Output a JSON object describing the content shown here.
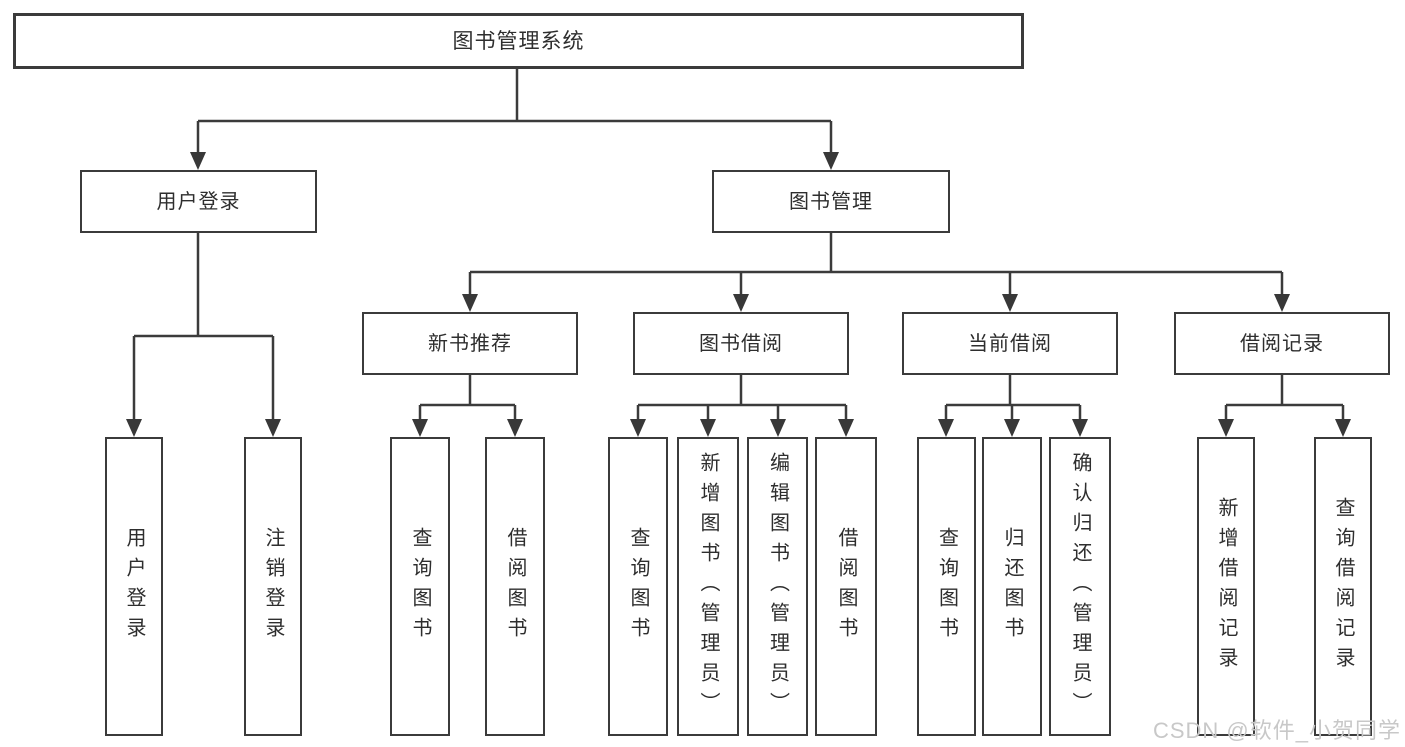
{
  "diagram": {
    "root": "图书管理系统",
    "branches": [
      {
        "label": "用户登录",
        "children": [
          "用户登录",
          "注销登录"
        ]
      },
      {
        "label": "图书管理",
        "children": [
          {
            "label": "新书推荐",
            "children": [
              "查询图书",
              "借阅图书"
            ]
          },
          {
            "label": "图书借阅",
            "children": [
              "查询图书",
              "新增图书（管理员）",
              "编辑图书（管理员）",
              "借阅图书"
            ]
          },
          {
            "label": "当前借阅",
            "children": [
              "查询图书",
              "归还图书",
              "确认归还（管理员）"
            ]
          },
          {
            "label": "借阅记录",
            "children": [
              "新增借阅记录",
              "查询借阅记录"
            ]
          }
        ]
      }
    ],
    "colors": {
      "line": "#3b3b3b",
      "text": "#2e2e2e",
      "background": "#ffffff",
      "watermark": "#c8c8c8"
    },
    "watermark": "CSDN @软件_小贺同学"
  }
}
